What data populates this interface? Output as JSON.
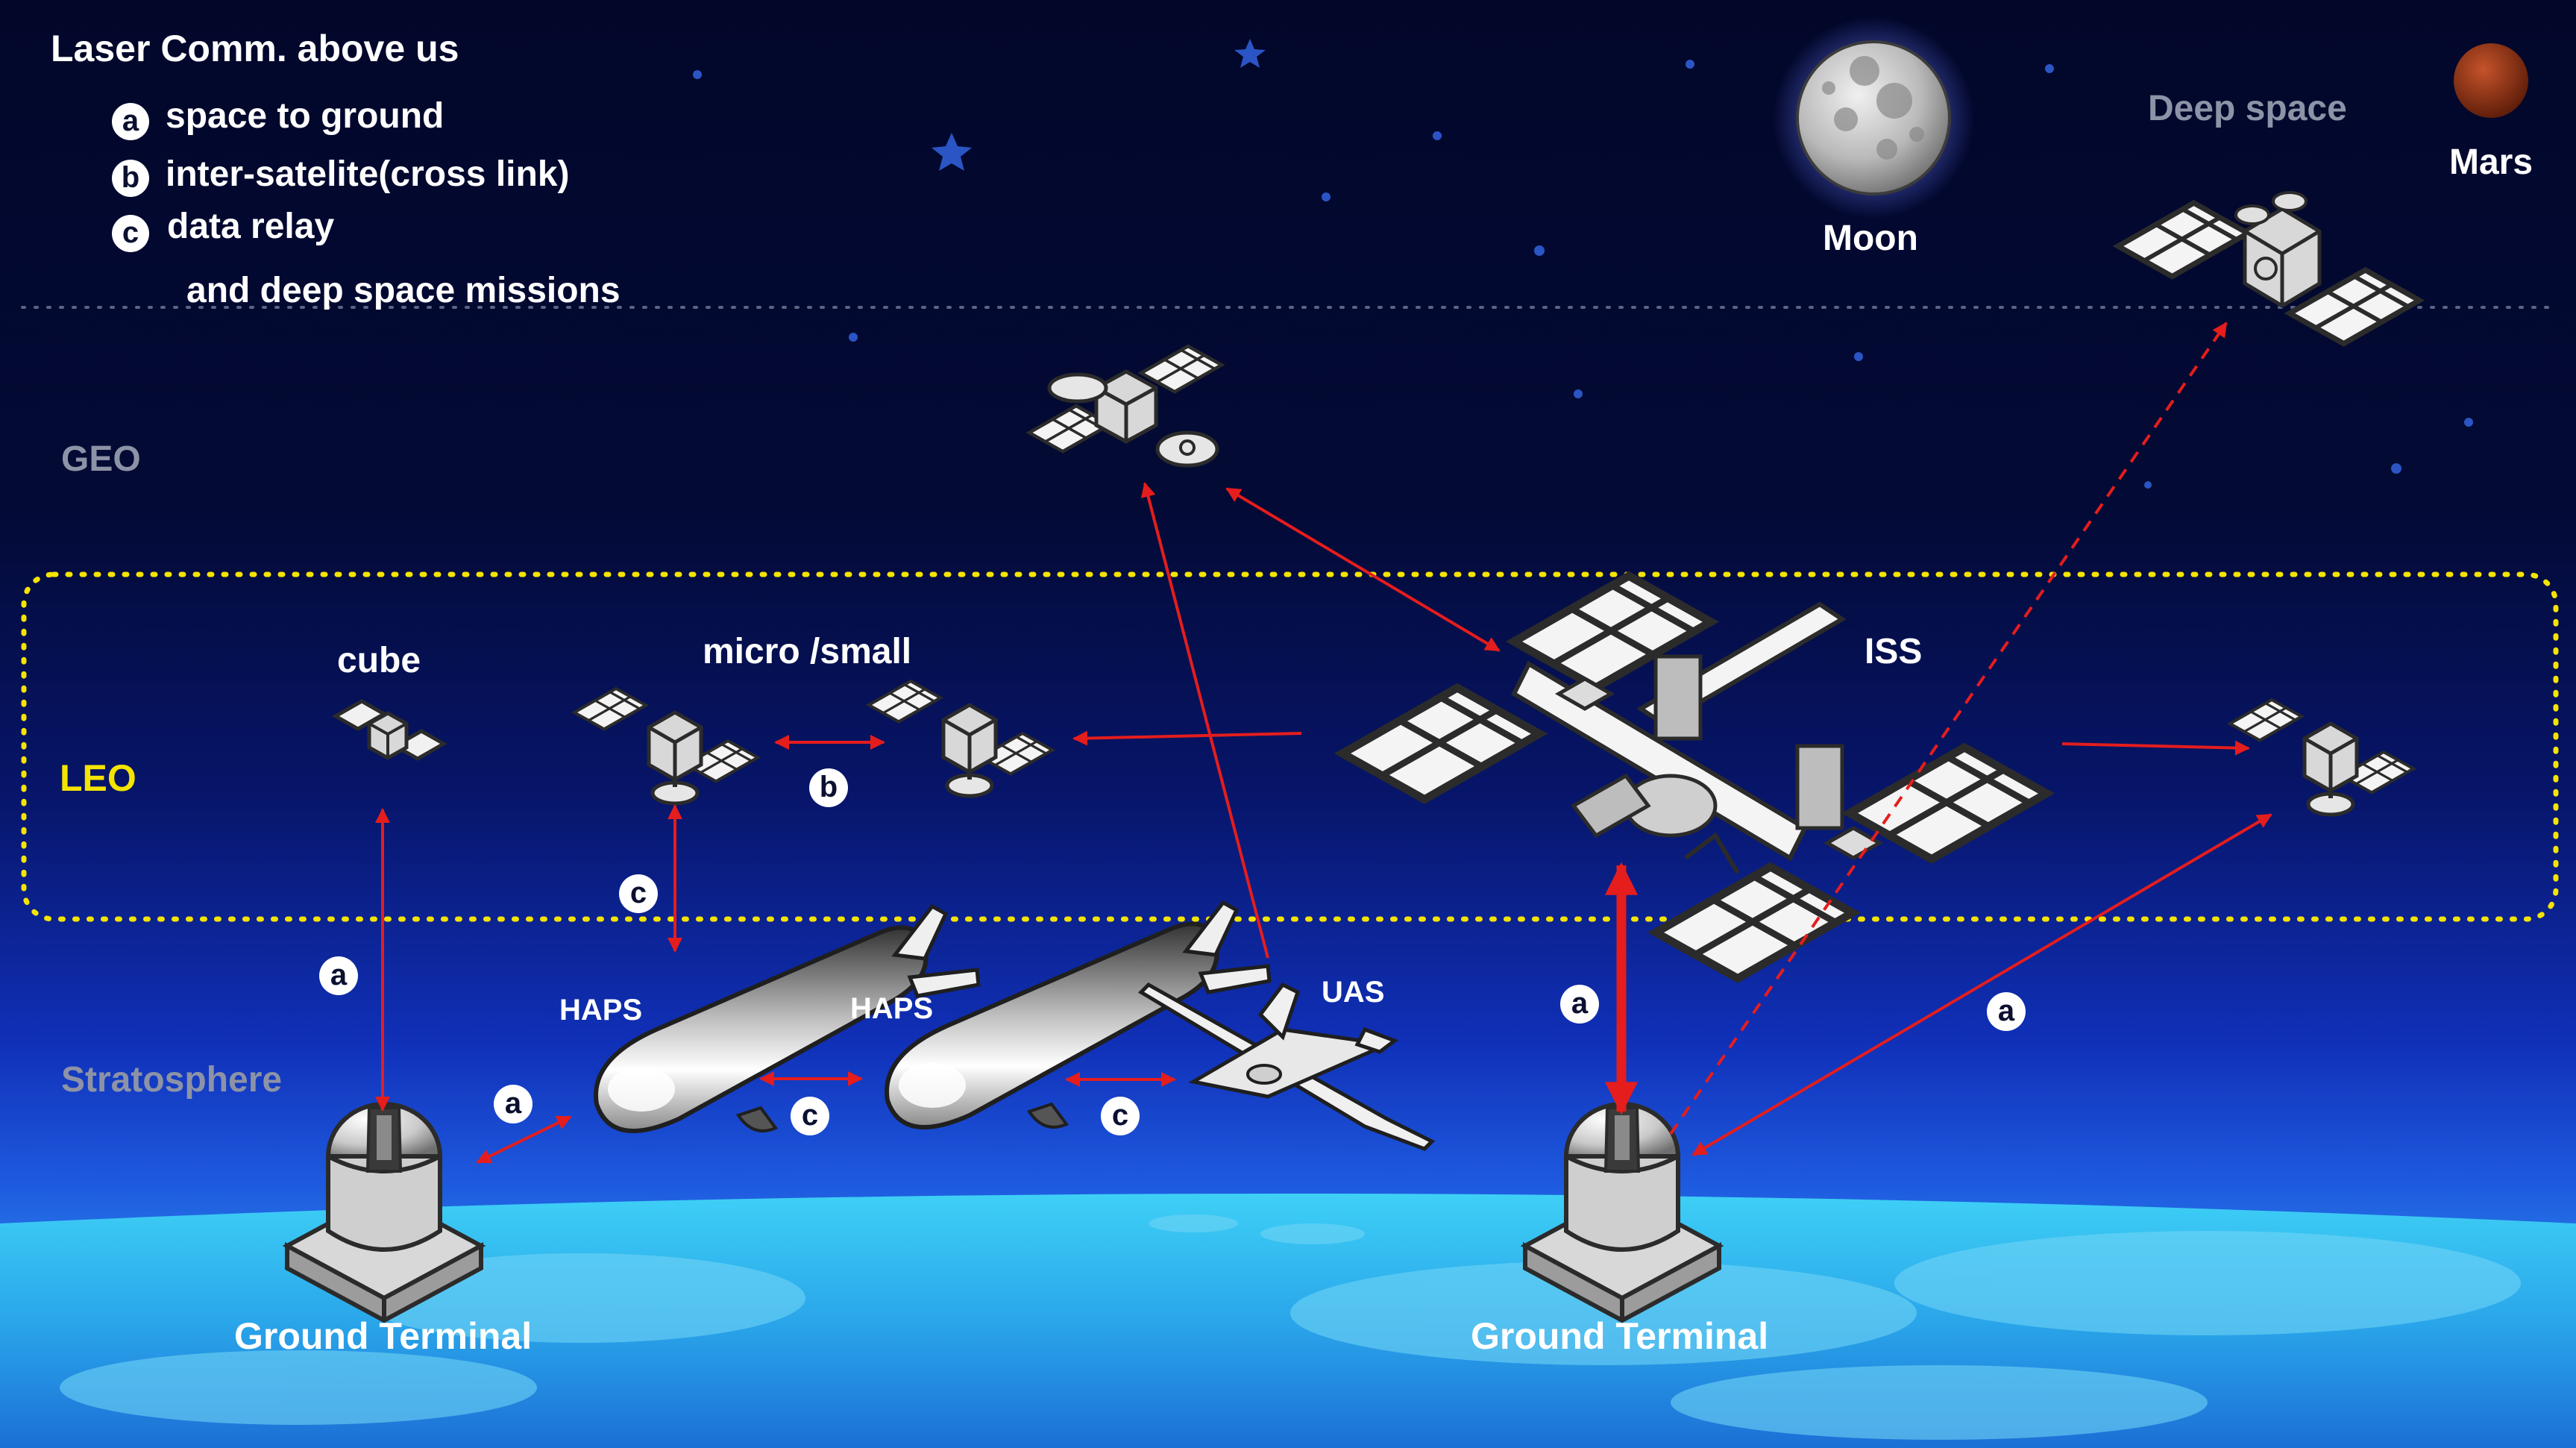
{
  "legend": {
    "title": "Laser Comm. above us",
    "items": [
      {
        "letter": "a",
        "text": "space to ground"
      },
      {
        "letter": "b",
        "text": "inter-satelite(cross link)"
      },
      {
        "letter": "c",
        "text": "data relay"
      }
    ],
    "continuation": "and deep space missions"
  },
  "layers": {
    "geo": "GEO",
    "leo": "LEO",
    "stratosphere": "Stratosphere",
    "deep_space": "Deep space"
  },
  "bodies": {
    "moon": "Moon",
    "mars": "Mars"
  },
  "objects": {
    "cube": "cube",
    "micro_small": "micro /small",
    "iss": "ISS",
    "haps_1": "HAPS",
    "haps_2": "HAPS",
    "uas": "UAS",
    "ground_terminal_left": "Ground Terminal",
    "ground_terminal_right": "Ground Terminal"
  },
  "link_badges": {
    "cube_ground": "a",
    "haps_ground": "a",
    "cross_link": "b",
    "leo_haps_relay": "c",
    "haps_haps_relay": "c",
    "haps_uas_relay": "c",
    "iss_ground": "a",
    "leo_ground_right": "a"
  },
  "colors": {
    "link": "#e51d1d",
    "leo_boundary": "#f5e400",
    "space_top": "#02082a",
    "earth": "#3fc6f2"
  }
}
